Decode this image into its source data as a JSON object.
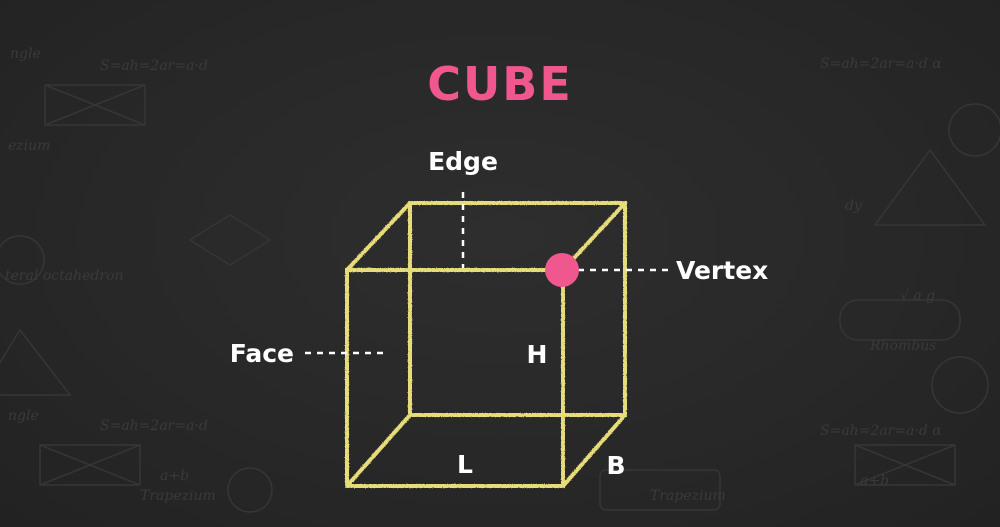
{
  "title": "CUBE",
  "labels": {
    "edge": "Edge",
    "vertex": "Vertex",
    "face": "Face",
    "height": "H",
    "length": "L",
    "breadth": "B"
  },
  "colors": {
    "background": "#272727",
    "title": "#f0578e",
    "cube_edges": "#e6dc7a",
    "vertex_dot": "#f0578e",
    "labels": "#ffffff",
    "leader_lines": "#ffffff"
  }
}
